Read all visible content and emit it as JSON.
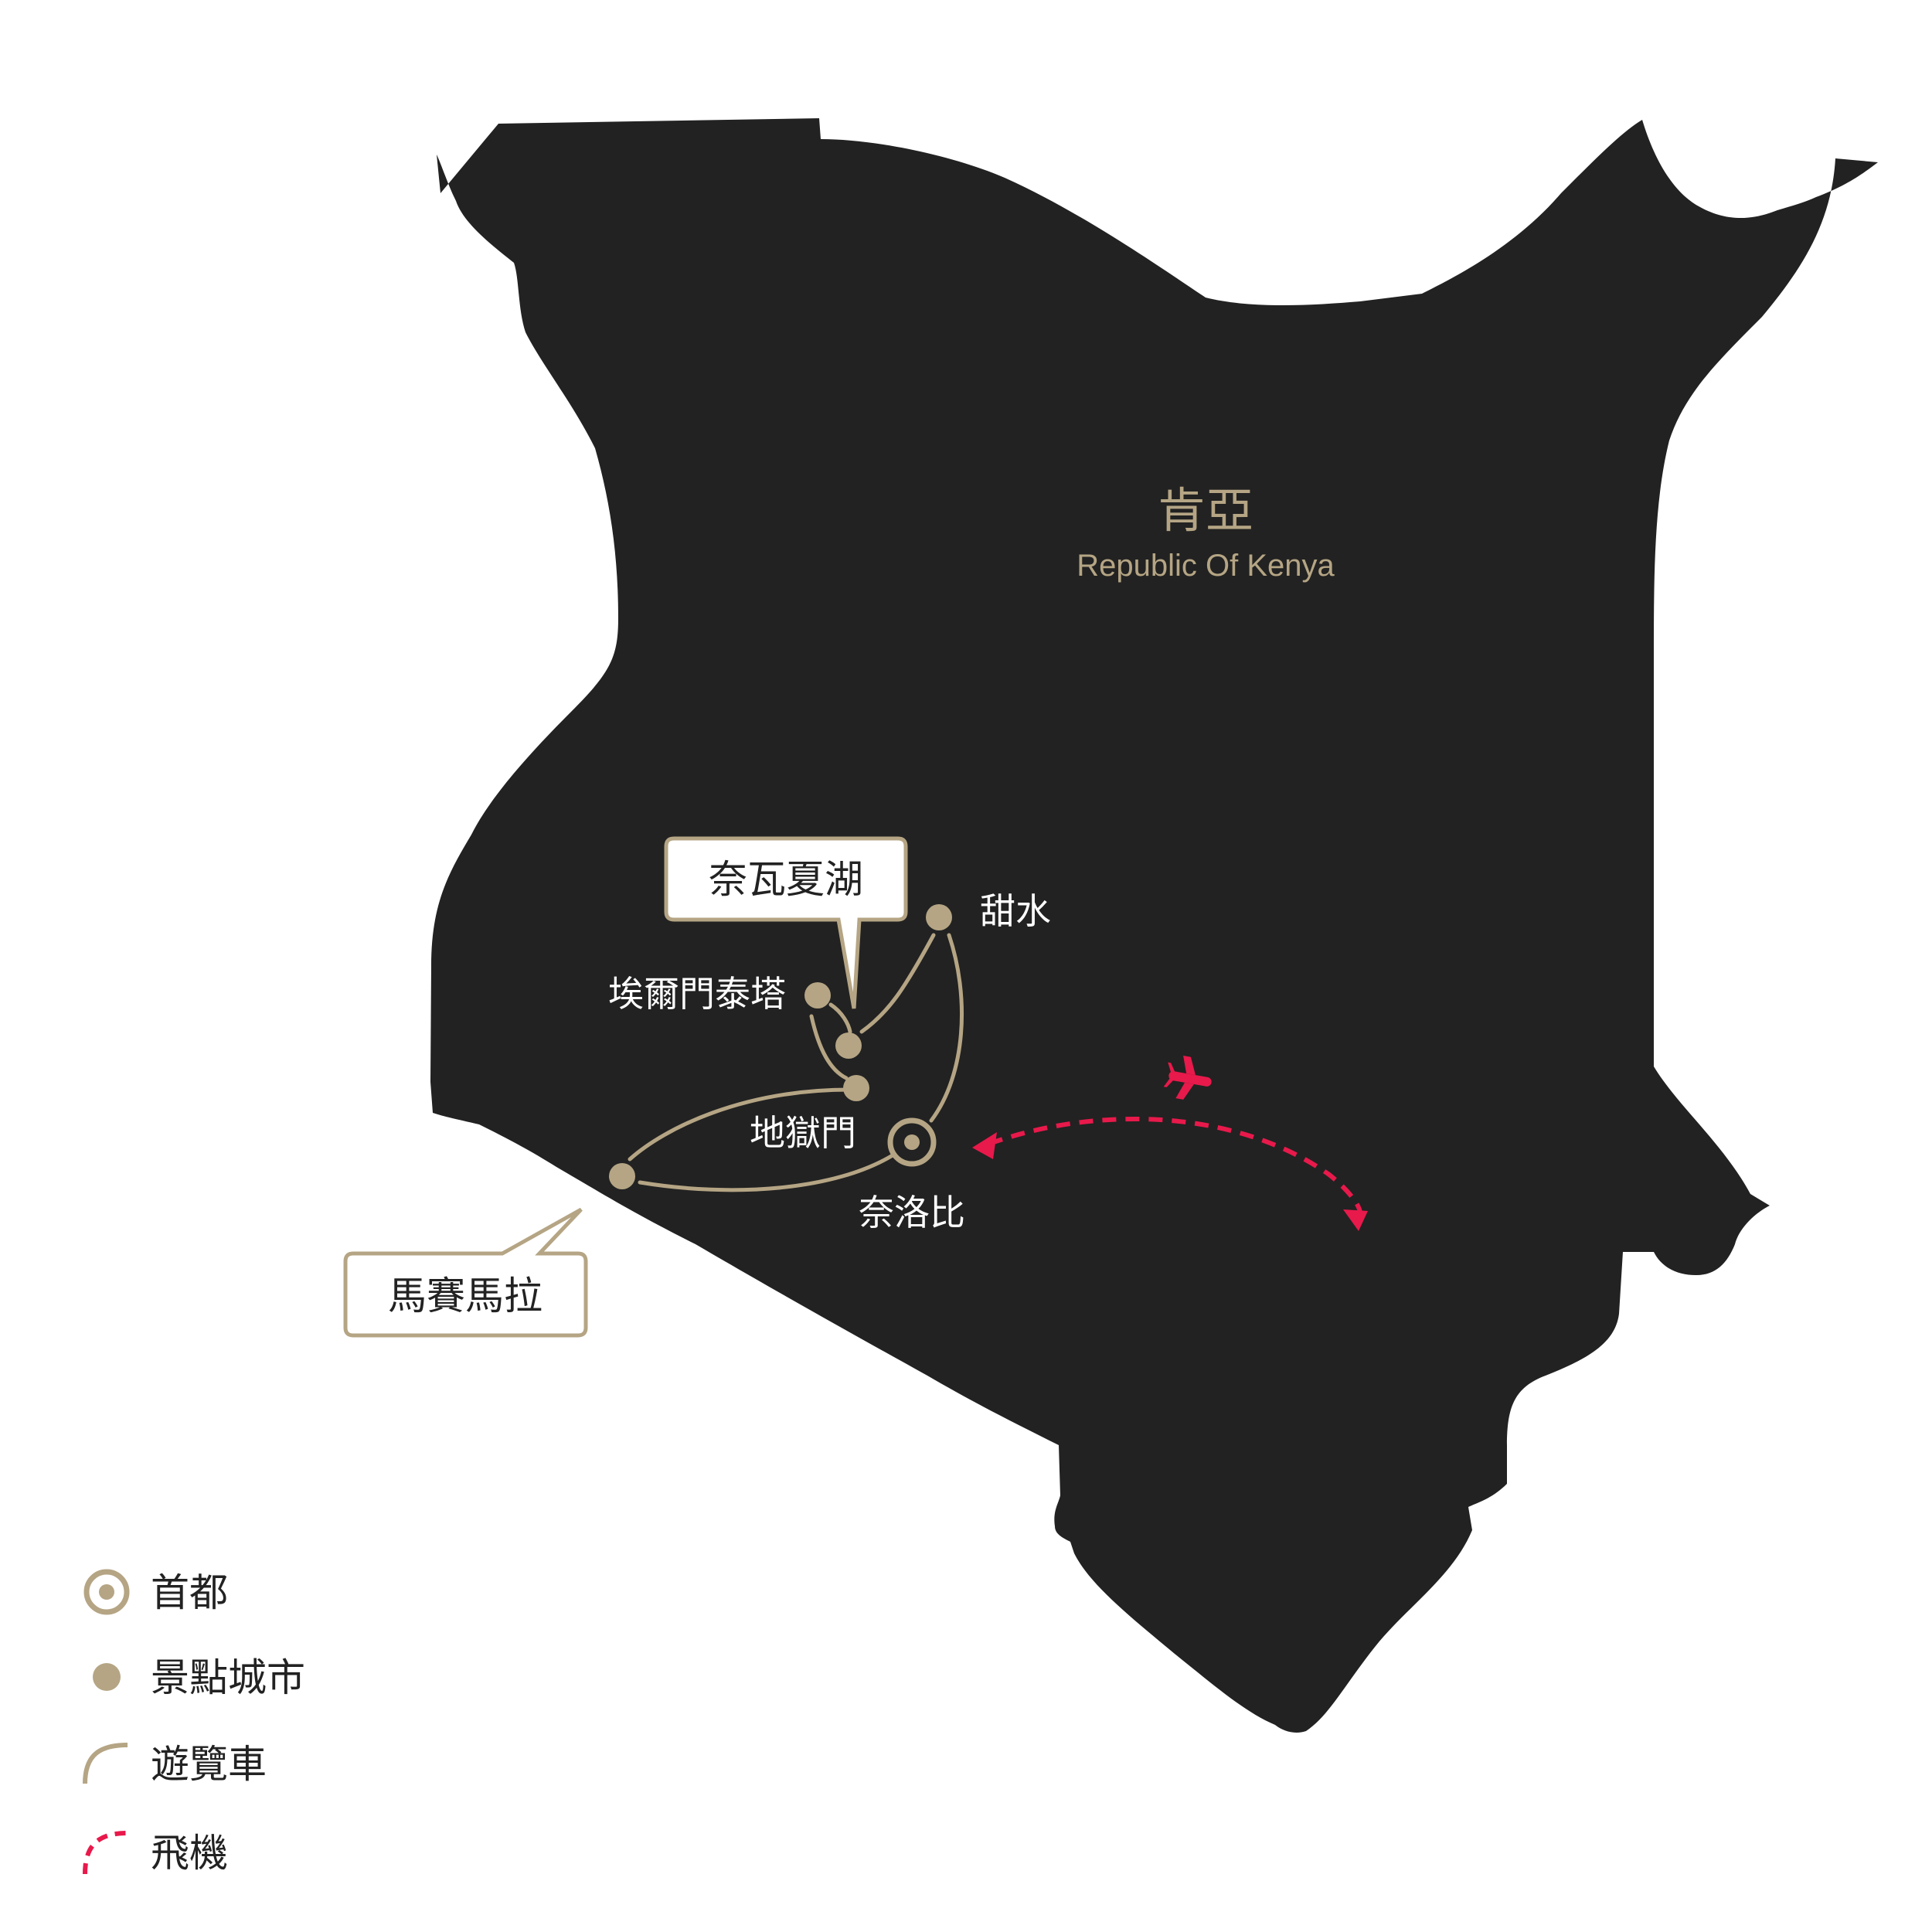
{
  "country": {
    "name_zh": "肯亞",
    "name_en": "Republic Of Kenya"
  },
  "places": {
    "naivasha": "奈瓦夏湖",
    "sweetwaters": "甜水",
    "eldoret": "埃爾門泰塔",
    "hells_gate": "地獄門",
    "nairobi": "奈洛比",
    "masai_mara": "馬賽馬拉"
  },
  "legend": {
    "capital": "首都",
    "city": "景點城市",
    "safari": "遊覽車",
    "flight": "飛機"
  },
  "colors": {
    "land": "#222222",
    "gold": "#b5a584",
    "flight": "#e8194b",
    "white": "#ffffff"
  },
  "icons": {
    "capital": "double-ring-icon",
    "city": "dot-icon",
    "flight": "airplane-icon"
  }
}
